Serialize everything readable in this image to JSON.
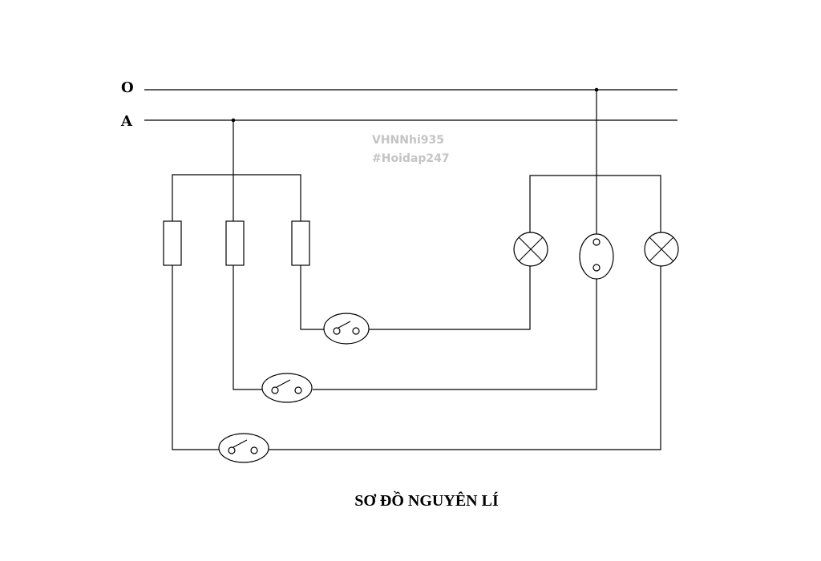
{
  "lines": {
    "neutral_label": "O",
    "phase_label": "A"
  },
  "watermark": {
    "line1": "VHNNhi935",
    "line2": "#Hoidap247"
  },
  "title": "SƠ ĐỒ NGUYÊN LÍ"
}
